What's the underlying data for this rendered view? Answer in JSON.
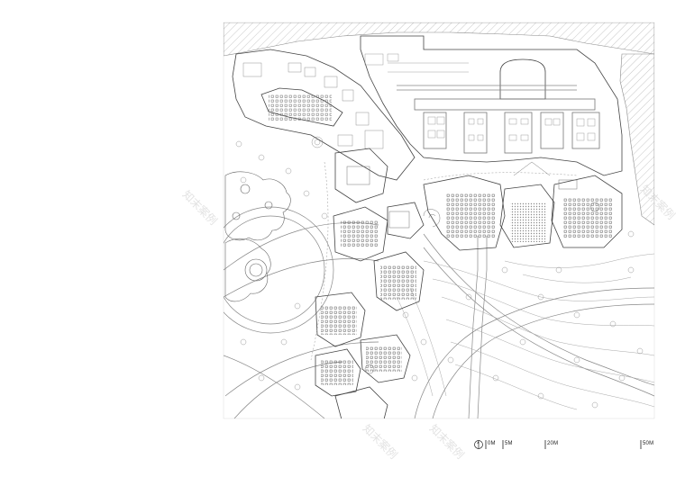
{
  "scale_bar": {
    "north_icon": "north-arrow-icon",
    "labels": [
      "0M",
      "5M",
      "20M",
      "50M"
    ]
  },
  "watermark": {
    "text": "知末案例"
  },
  "colors": {
    "line": "#6e6e6e",
    "dark": "#222222",
    "hatch": "#b9b9b9"
  }
}
